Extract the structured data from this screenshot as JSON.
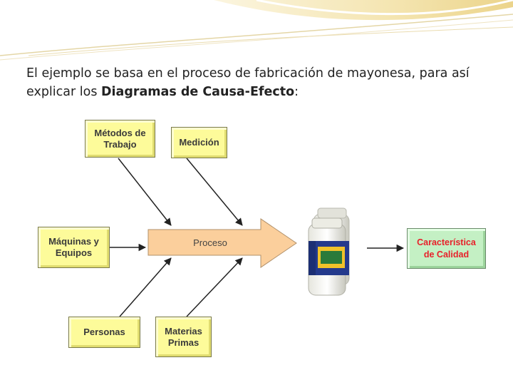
{
  "intro": {
    "line_prefix": "El ejemplo se basa en el proceso de fabricación de mayonesa, para así explicar los ",
    "emphasis": "Diagramas de Causa-Efecto",
    "line_suffix": ":"
  },
  "diagram": {
    "causes": {
      "metodos": "Métodos de\nTrabajo",
      "medicion": "Medición",
      "maquinas": "Máquinas y\nEquipos",
      "personas": "Personas",
      "materias": "Materias\nPrimas"
    },
    "process_label": "Proceso",
    "effect_label": "Característica\nde Calidad",
    "product_image": "mayonnaise-jars",
    "colors": {
      "cause_box": "#fdfb9a",
      "process_arrow": "#fbcf9c",
      "effect_box": "#c4f0c4",
      "effect_text": "#e8202a"
    }
  }
}
